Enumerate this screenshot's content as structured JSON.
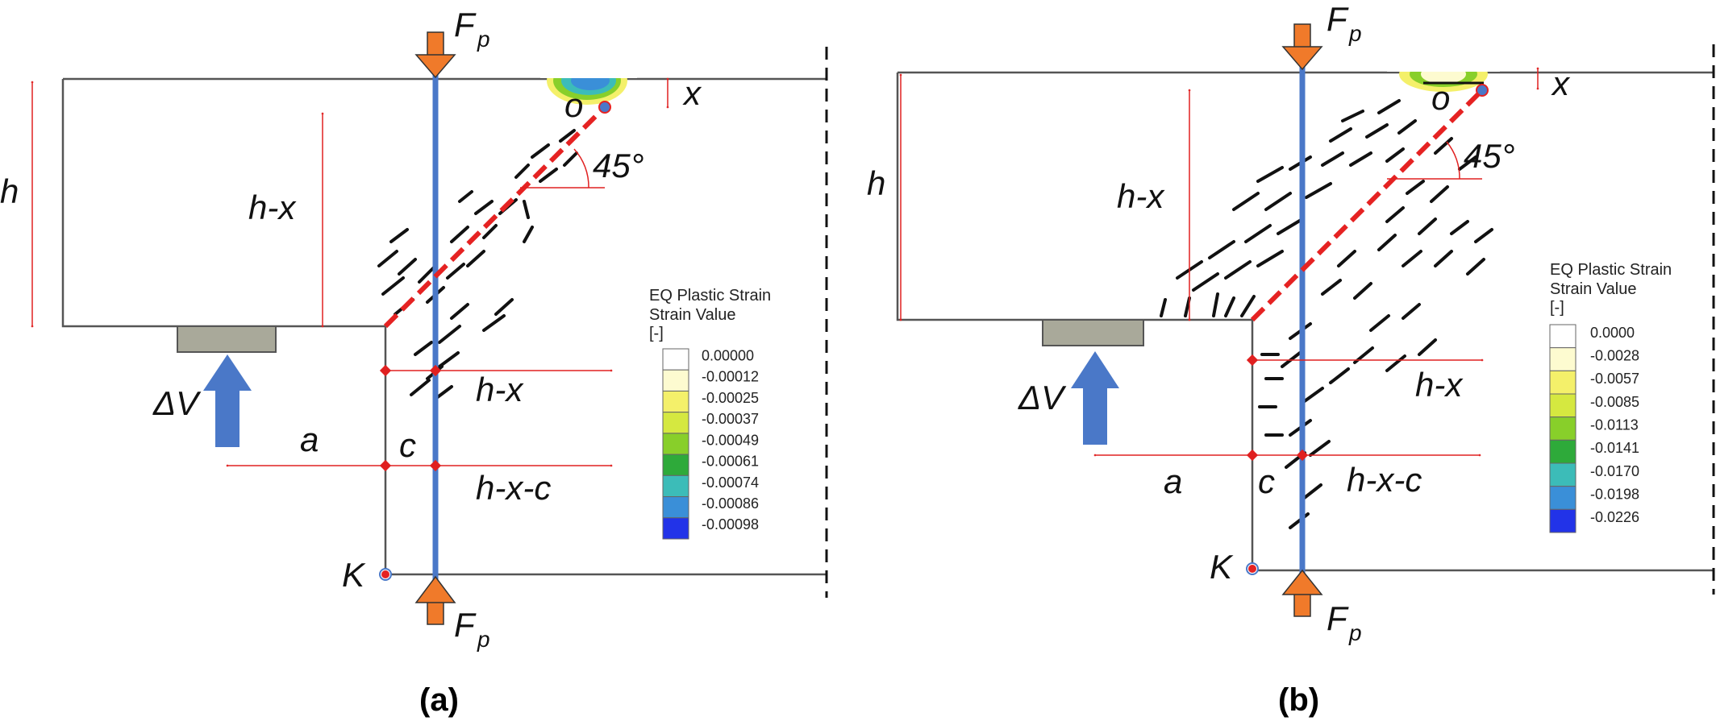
{
  "panels": [
    {
      "id": "a",
      "panel_label": "(a)",
      "symbols": {
        "force_top": "F",
        "force_top_sub": "p",
        "force_bottom": "F",
        "force_bottom_sub": "p",
        "h": "h",
        "h_minus_x": "h-x",
        "h_minus_x_2": "h-x",
        "h_minus_x_minus_c": "h-x-c",
        "x": "x",
        "o": "o",
        "angle": "45°",
        "delta_v": "ΔV",
        "a": "a",
        "c": "c",
        "k": "K"
      },
      "legend": {
        "title_1": "EQ Plastic Strain",
        "title_2": "Strain Value",
        "unit": "[-]",
        "values": [
          "0.00000",
          "-0.00012",
          "-0.00025",
          "-0.00037",
          "-0.00049",
          "-0.00061",
          "-0.00074",
          "-0.00086",
          "-0.00098"
        ],
        "colors": [
          "#ffffff",
          "#fdfbd0",
          "#f4f06a",
          "#d5e840",
          "#88cf2a",
          "#2eaa3a",
          "#3cbcb8",
          "#3a8fd8",
          "#2233e8"
        ]
      }
    },
    {
      "id": "b",
      "panel_label": "(b)",
      "symbols": {
        "force_top": "F",
        "force_top_sub": "p",
        "force_bottom": "F",
        "force_bottom_sub": "p",
        "h": "h",
        "h_minus_x": "h-x",
        "h_minus_x_2": "h-x",
        "h_minus_x_minus_c": "h-x-c",
        "x": "x",
        "o": "o",
        "angle": "45°",
        "delta_v": "ΔV",
        "a": "a",
        "c": "c",
        "k": "K"
      },
      "legend": {
        "title_1": "EQ Plastic Strain",
        "title_2": "Strain Value",
        "unit": "[-]",
        "values": [
          "0.0000",
          "-0.0028",
          "-0.0057",
          "-0.0085",
          "-0.0113",
          "-0.0141",
          "-0.0170",
          "-0.0198",
          "-0.0226"
        ],
        "colors": [
          "#ffffff",
          "#fdfbd0",
          "#f4f06a",
          "#d5e840",
          "#88cf2a",
          "#2eaa3a",
          "#3cbcb8",
          "#3a8fd8",
          "#2233e8"
        ]
      }
    }
  ],
  "colors": {
    "beam_outline": "#555555",
    "dimension": "#e02020",
    "force_arrow": "#f07a2a",
    "support_arrow": "#4a78c8",
    "prestress_line": "#4a78c8",
    "crack_line": "#e52222",
    "bearing_plate": "#a9a99a",
    "cracks": "#111111"
  }
}
